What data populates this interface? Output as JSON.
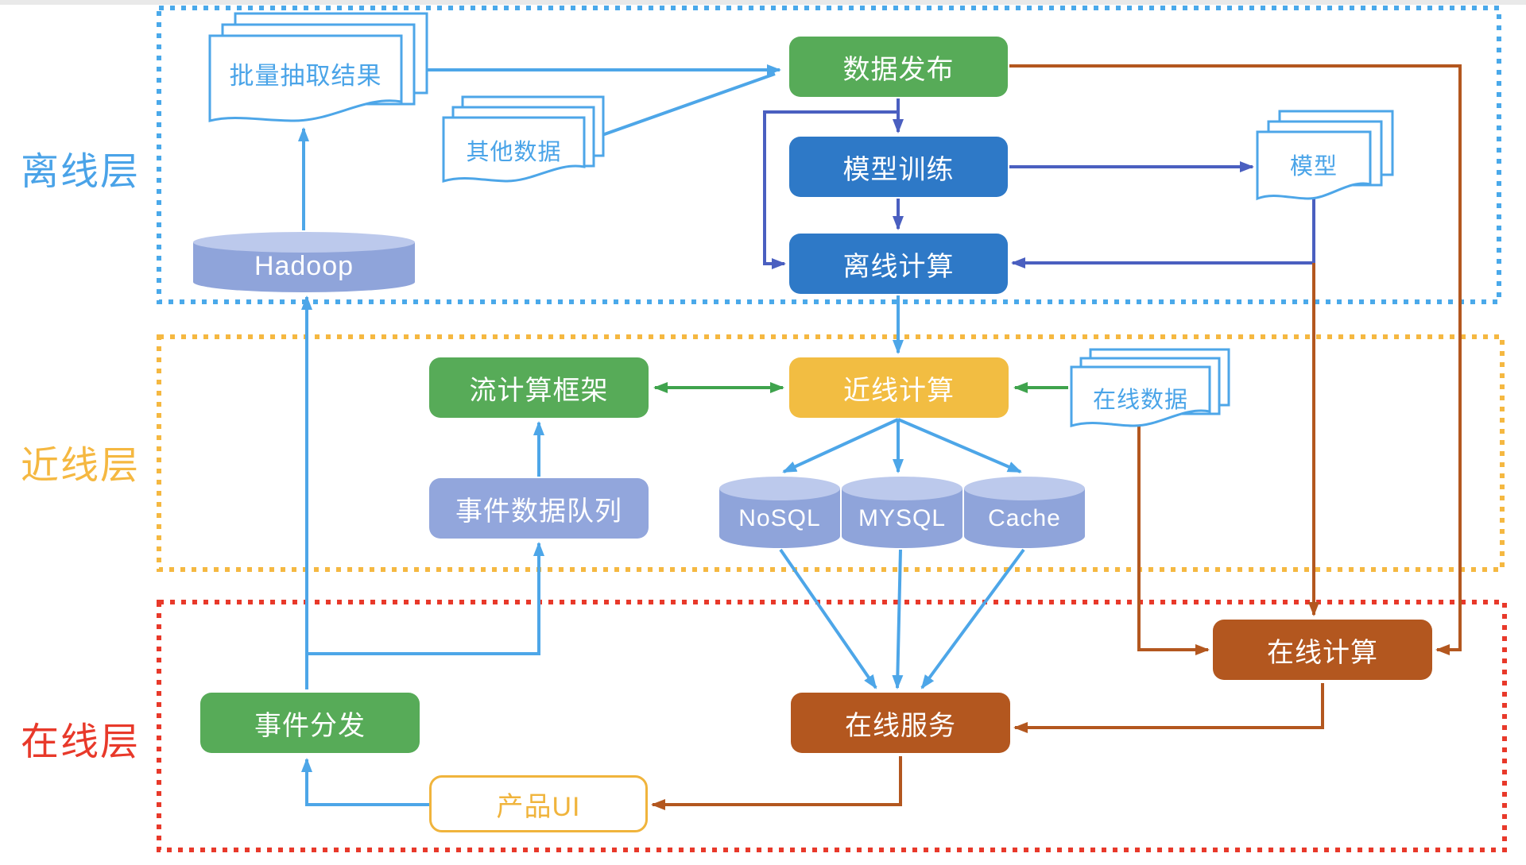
{
  "layers": [
    {
      "label": "离线层",
      "border_color": "#4aa9ea"
    },
    {
      "label": "近线层",
      "border_color": "#f5b841"
    },
    {
      "label": "在线层",
      "border_color": "#e8392a"
    }
  ],
  "nodes": {
    "batch_extract_result": {
      "label": "批量抽取结果",
      "shape": "document",
      "stroke": "#4da6e8"
    },
    "other_data": {
      "label": "其他数据",
      "shape": "document",
      "stroke": "#4da6e8"
    },
    "data_publish": {
      "label": "数据发布",
      "shape": "process",
      "fill": "#57ab58"
    },
    "model_training": {
      "label": "模型训练",
      "shape": "process",
      "fill": "#2e79c7"
    },
    "offline_compute": {
      "label": "离线计算",
      "shape": "process",
      "fill": "#2e79c7"
    },
    "model": {
      "label": "模型",
      "shape": "document",
      "stroke": "#4da6e8"
    },
    "hadoop": {
      "label": "Hadoop",
      "shape": "cylinder",
      "fill": "#8fa4da"
    },
    "stream_framework": {
      "label": "流计算框架",
      "shape": "process",
      "fill": "#57ab58"
    },
    "nearline_compute": {
      "label": "近线计算",
      "shape": "process",
      "fill": "#f2bd42"
    },
    "online_data": {
      "label": "在线数据",
      "shape": "document",
      "stroke": "#4da6e8"
    },
    "event_queue": {
      "label": "事件数据队列",
      "shape": "process",
      "fill": "#92a6dc"
    },
    "nosql": {
      "label": "NoSQL",
      "shape": "cylinder",
      "fill": "#8fa4da"
    },
    "mysql": {
      "label": "MYSQL",
      "shape": "cylinder",
      "fill": "#8fa4da"
    },
    "cache": {
      "label": "Cache",
      "shape": "cylinder",
      "fill": "#8fa4da"
    },
    "online_compute": {
      "label": "在线计算",
      "shape": "process",
      "fill": "#b3571f"
    },
    "online_service": {
      "label": "在线服务",
      "shape": "process",
      "fill": "#b3571f"
    },
    "event_dispatch": {
      "label": "事件分发",
      "shape": "process",
      "fill": "#57ab58"
    },
    "product_ui": {
      "label": "产品UI",
      "shape": "process",
      "fill": "#ffffff",
      "border": "#f0b43c"
    }
  },
  "edge_colors": {
    "light_blue": "#4da6e8",
    "dark_blue": "#4a5fc0",
    "brown": "#b3571f",
    "green": "#3fa34d"
  },
  "edges": [
    {
      "from": "batch_extract_result",
      "to": "data_publish",
      "color": "light_blue"
    },
    {
      "from": "other_data",
      "to": "data_publish",
      "color": "light_blue"
    },
    {
      "from": "hadoop",
      "to": "batch_extract_result",
      "color": "light_blue"
    },
    {
      "from": "event_dispatch",
      "to": "hadoop",
      "color": "light_blue"
    },
    {
      "from": "event_dispatch",
      "to": "event_queue",
      "color": "light_blue"
    },
    {
      "from": "event_queue",
      "to": "stream_framework",
      "color": "light_blue"
    },
    {
      "from": "offline_compute",
      "to": "nearline_compute",
      "color": "light_blue"
    },
    {
      "from": "nearline_compute",
      "to": "nosql",
      "color": "light_blue"
    },
    {
      "from": "nearline_compute",
      "to": "mysql",
      "color": "light_blue"
    },
    {
      "from": "nearline_compute",
      "to": "cache",
      "color": "light_blue"
    },
    {
      "from": "nosql",
      "to": "online_service",
      "color": "light_blue"
    },
    {
      "from": "mysql",
      "to": "online_service",
      "color": "light_blue"
    },
    {
      "from": "cache",
      "to": "online_service",
      "color": "light_blue"
    },
    {
      "from": "product_ui",
      "to": "event_dispatch",
      "color": "light_blue"
    },
    {
      "from": "data_publish",
      "to": "model_training",
      "color": "dark_blue"
    },
    {
      "from": "data_publish",
      "to": "offline_compute",
      "color": "dark_blue"
    },
    {
      "from": "model_training",
      "to": "offline_compute",
      "color": "dark_blue"
    },
    {
      "from": "model_training",
      "to": "model",
      "color": "dark_blue"
    },
    {
      "from": "model",
      "to": "offline_compute",
      "color": "dark_blue"
    },
    {
      "from": "stream_framework",
      "to": "nearline_compute",
      "color": "green",
      "bidirectional": true
    },
    {
      "from": "online_data",
      "to": "nearline_compute",
      "color": "green"
    },
    {
      "from": "data_publish",
      "to": "online_compute",
      "color": "brown"
    },
    {
      "from": "model",
      "to": "online_compute",
      "color": "brown"
    },
    {
      "from": "online_data",
      "to": "online_compute",
      "color": "brown"
    },
    {
      "from": "online_compute",
      "to": "online_service",
      "color": "brown"
    },
    {
      "from": "online_service",
      "to": "product_ui",
      "color": "brown"
    }
  ]
}
